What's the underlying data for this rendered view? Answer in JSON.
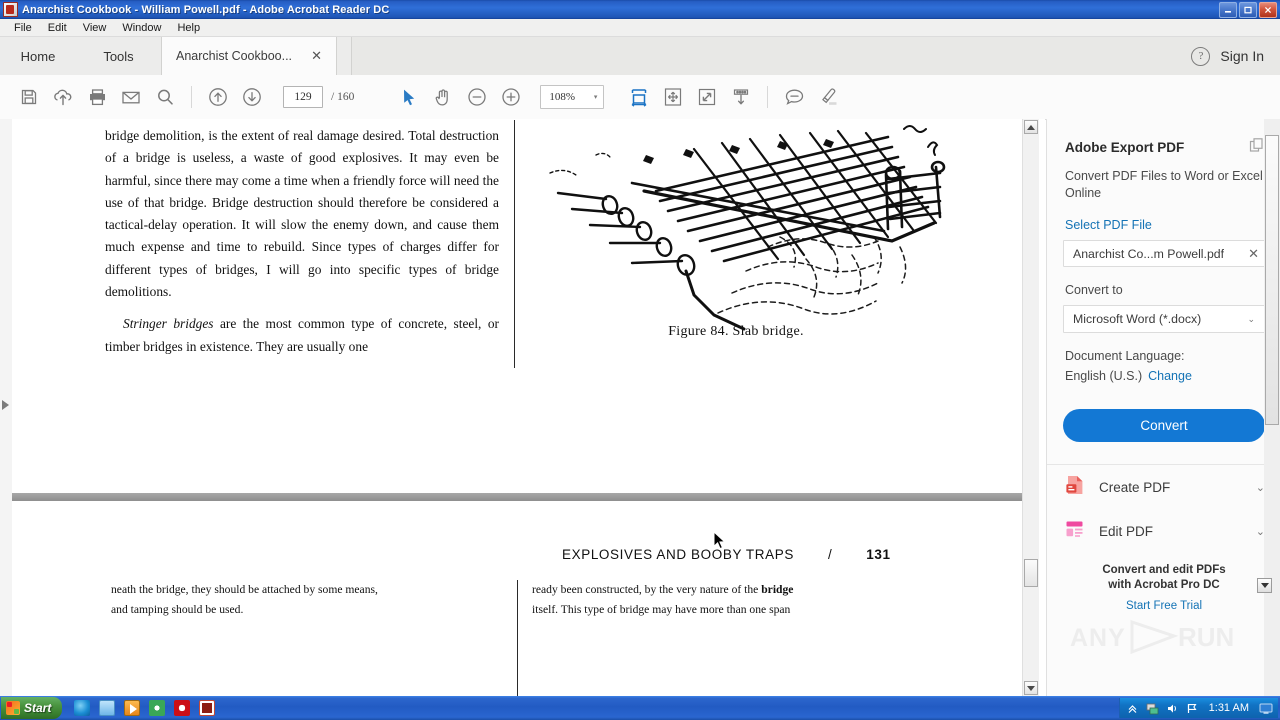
{
  "window": {
    "title": "Anarchist Cookbook - William Powell.pdf - Adobe Acrobat Reader DC",
    "minimize": "_",
    "maximize": "❐",
    "close": "✕"
  },
  "menubar": {
    "items": [
      {
        "label": "File"
      },
      {
        "label": "Edit"
      },
      {
        "label": "View"
      },
      {
        "label": "Window"
      },
      {
        "label": "Help"
      }
    ]
  },
  "tabs": {
    "home": "Home",
    "tools": "Tools",
    "document": "Anarchist Cookboo...",
    "close_glyph": "✕",
    "signin": "Sign In",
    "help_glyph": "?"
  },
  "toolbar": {
    "save_label": "save-icon",
    "upload_label": "upload-cloud-icon",
    "print_label": "print-icon",
    "email_label": "email-icon",
    "search_label": "search-icon",
    "prev_label": "previous-page-icon",
    "next_label": "next-page-icon",
    "page_current": "129",
    "page_total": "/ 160",
    "select_tool": "select-cursor-icon",
    "hand_tool": "hand-icon",
    "zoom_out": "zoom-out-icon",
    "zoom_in": "zoom-in-icon",
    "zoom_value": "108%",
    "zoom_caret": "▾",
    "fit_width": "fit-width-icon",
    "fit_page": "fit-page-icon",
    "fullscreen": "fullscreen-icon",
    "scroll_mode": "scroll-mode-icon",
    "comment": "comment-icon",
    "highlight": "highlight-icon"
  },
  "document": {
    "page1": {
      "left_column_para1": "bridge demolition, is the extent of real damage desired. Total destruction of a bridge is useless, a waste of good explosives. It may even be harmful, since there may come a time when a friendly force will need the use of that bridge. Bridge destruction should therefore be considered a tactical-delay operation. It will slow the enemy down, and cause them much expense and time to rebuild. Since types of charges differ for different types of bridges, I will go into specific types of bridge demolitions.",
      "left_column_para2_italic": "Stringer bridges",
      "left_column_para2_rest": " are the most common type of concrete, steel, or timber bridges in existence. They are usually one",
      "figure_caption": "Figure 84. Slab bridge.",
      "figure_alt": "slab-bridge-illustration"
    },
    "page2": {
      "running_head": "EXPLOSIVES  AND  BOOBY  TRAPS",
      "running_head_slash": "/",
      "running_head_page": "131",
      "left_column_line1": "neath the bridge, they should be attached by some means,",
      "left_column_line2": "and tamping should be used.",
      "right_column_line1": "ready been constructed, by the very nature of the",
      "right_column_line1_bold": "bridge",
      "right_column_line2": "itself. This type of bridge may have more than one span"
    }
  },
  "right_panel": {
    "title": "Adobe Export PDF",
    "copy_icon": "copy-pages-icon",
    "subtitle": "Convert PDF Files to Word or Excel Online",
    "select_file_link": "Select PDF File",
    "file_value": "Anarchist Co...m Powell.pdf",
    "file_clear_glyph": "✕",
    "convert_to_label": "Convert to",
    "convert_to_value": "Microsoft Word (*.docx)",
    "select_caret": "⌄",
    "doc_language_label": "Document Language:",
    "doc_language_value": "English (U.S.)",
    "change_link": "Change",
    "convert_button": "Convert",
    "tools": [
      {
        "label": "Create PDF",
        "icon": "create-pdf-icon",
        "caret": "⌄"
      },
      {
        "label": "Edit PDF",
        "icon": "edit-pdf-icon",
        "caret": "⌄"
      }
    ],
    "promo_line1": "Convert and edit PDFs",
    "promo_line2": "with Acrobat Pro DC",
    "trial_link": "Start Free Trial",
    "accent_color": "#1378d4",
    "link_color": "#1473b5"
  },
  "watermark": {
    "text": "ANY      RUN"
  },
  "taskbar": {
    "start": "Start",
    "quick_launch": [
      {
        "name": "internet-explorer-icon"
      },
      {
        "name": "folder-icon"
      },
      {
        "name": "windows-media-player-icon"
      },
      {
        "name": "chrome-icon"
      },
      {
        "name": "opera-icon"
      },
      {
        "name": "acrobat-reader-icon"
      }
    ],
    "tray_time": "1:31 AM",
    "tray_icons": [
      "show-hidden-icons",
      "network-icon",
      "volume-icon",
      "flag-icon",
      "display-icon"
    ]
  }
}
